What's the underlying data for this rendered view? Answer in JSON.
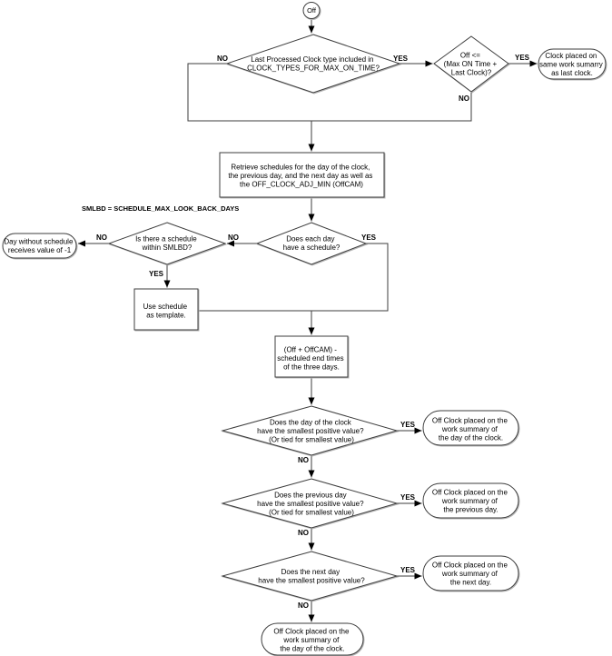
{
  "diagram": {
    "start": {
      "label": "Off"
    },
    "annotation": "SMLBD = SCHEDULE_MAX_LOOK_BACK_DAYS",
    "branch": {
      "yes": "YES",
      "no": "NO"
    },
    "colors": {
      "background": "#ffffff",
      "line": "#3d3d3d",
      "text": "#000000",
      "shadow": "#b5b5b5"
    },
    "nodes": {
      "check_clock_type": {
        "type": "decision",
        "lines": [
          "Last Processed Clock type included in",
          "CLOCK_TYPES_FOR_MAX_ON_TIME?"
        ]
      },
      "check_max_on_time": {
        "type": "decision",
        "lines": [
          "Off <=",
          "(Max ON Time +",
          "Last Clock)?"
        ]
      },
      "same_work_summary": {
        "type": "terminator",
        "lines": [
          "Clock placed on",
          "same work sumarry",
          "as last clock."
        ]
      },
      "retrieve_schedules": {
        "type": "process",
        "lines": [
          "Retrieve schedules for the day of the clock,",
          "the previous day, and the next day as well as",
          "the OFF_CLOCK_ADJ_MIN (OffCAM)"
        ]
      },
      "each_day_schedule": {
        "type": "decision",
        "lines": [
          "Does each day",
          "have a schedule?"
        ]
      },
      "schedule_within_smlbd": {
        "type": "decision",
        "lines": [
          "Is there a schedule",
          "within SMLBD?"
        ]
      },
      "day_without_schedule": {
        "type": "terminator",
        "lines": [
          "Day without schedule",
          "receives value of -1"
        ]
      },
      "use_schedule_template": {
        "type": "process",
        "lines": [
          "Use schedule",
          "as template."
        ]
      },
      "offcam_minus_end_times": {
        "type": "process",
        "lines": [
          "(Off + OffCAM) -",
          "scheduled end times",
          "of the three days."
        ]
      },
      "day_of_clock_smallest": {
        "type": "decision",
        "lines": [
          "Does the day of the clock",
          "have the smallest positive value?",
          "(Or tied for smallest value)"
        ]
      },
      "placed_day_of_clock": {
        "type": "terminator",
        "lines": [
          "Off Clock placed on the",
          "work summary of",
          "the day of the clock."
        ]
      },
      "previous_day_smallest": {
        "type": "decision",
        "lines": [
          "Does the previous day",
          "have the smallest positive value?",
          "(Or tied for smallest value)"
        ]
      },
      "placed_previous_day": {
        "type": "terminator",
        "lines": [
          "Off Clock placed on the",
          "work summary of",
          "the previous day."
        ]
      },
      "next_day_smallest": {
        "type": "decision",
        "lines": [
          "Does the next day",
          "have the smallest positive value?"
        ]
      },
      "placed_next_day": {
        "type": "terminator",
        "lines": [
          "Off Clock placed on the",
          "work summary of",
          "the next day."
        ]
      },
      "placed_day_of_clock_final": {
        "type": "terminator",
        "lines": [
          "Off Clock placed on the",
          "work summary of",
          "the day of the clock."
        ]
      }
    }
  }
}
